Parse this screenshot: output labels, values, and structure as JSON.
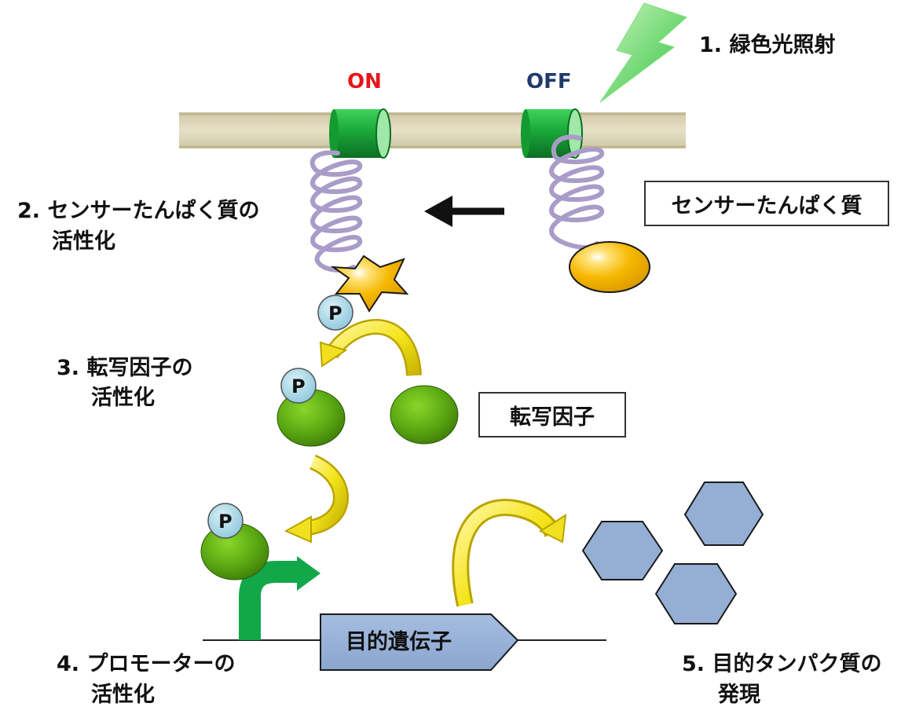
{
  "labels": {
    "on": "ON",
    "off": "OFF",
    "step1": "1. 緑色光照射",
    "step2_line1": "2. センサーたんぱく質の",
    "step2_line2": "活性化",
    "step3_line1": "3. 転写因子の",
    "step3_line2": "活性化",
    "step4_line1": "4. プロモーターの",
    "step4_line2": "活性化",
    "step5_line1": "5. 目的タンパク質の",
    "step5_line2": "発現",
    "sensor_box": "センサーたんぱく質",
    "tf_box": "転写因子",
    "gene": "目的遺伝子",
    "phospho": "P"
  },
  "colors": {
    "on": "#e8141a",
    "off": "#1f3a6e",
    "channel": "#1aa83a",
    "sensor_domain": "#f6b800",
    "transcription_factor": "#5aa812",
    "phosphate": "#a9d8e6",
    "product_protein": "#94aed4",
    "promoter_arrow": "#12a84a",
    "curved_arrow": "#f2e020",
    "light": "#3fcf3f"
  }
}
